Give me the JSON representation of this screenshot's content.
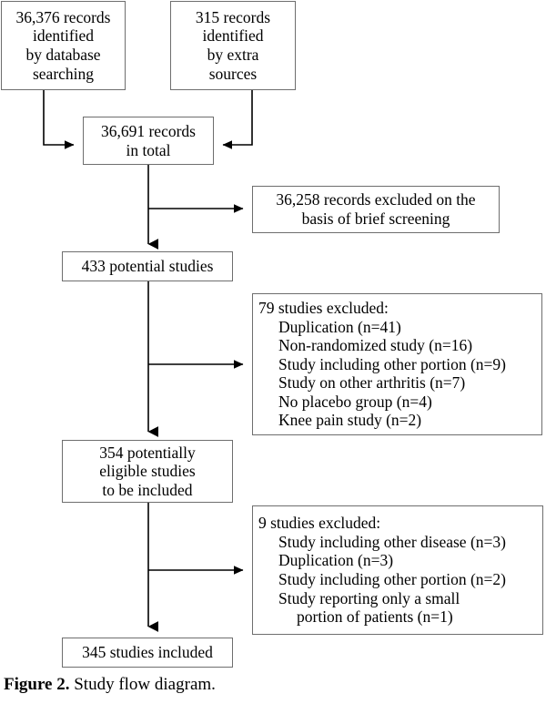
{
  "figure": {
    "label": "Figure 2.",
    "caption": "Study flow diagram."
  },
  "diagram": {
    "type": "prisma-study-flow",
    "nodes": {
      "database_records": {
        "name": "database-records-box",
        "lines": [
          "36,376 records",
          "identified",
          "by database",
          "searching"
        ]
      },
      "extra_records": {
        "name": "extra-sources-records-box",
        "lines": [
          "315 records",
          "identified",
          "by extra",
          "sources"
        ]
      },
      "total_records": {
        "name": "total-records-box",
        "lines": [
          "36,691 records",
          "in total"
        ]
      },
      "excluded_screening": {
        "name": "excluded-brief-screening-box",
        "lines": [
          "36,258 records excluded on the",
          "basis of brief screening"
        ]
      },
      "potential_studies": {
        "name": "potential-studies-box",
        "lines": [
          "433 potential studies"
        ]
      },
      "excluded_79": {
        "name": "excluded-79-studies-box",
        "heading": "79 studies excluded:",
        "items": [
          "Duplication (n=41)",
          "Non-randomized study (n=16)",
          "Study including other portion (n=9)",
          "Study on other arthritis (n=7)",
          "No placebo group (n=4)",
          "Knee pain study (n=2)"
        ]
      },
      "eligible_studies": {
        "name": "eligible-studies-box",
        "lines": [
          "354 potentially",
          "eligible studies",
          "to be included"
        ]
      },
      "excluded_9": {
        "name": "excluded-9-studies-box",
        "heading": "9 studies excluded:",
        "items": [
          "Study including other disease (n=3)",
          "Duplication (n=3)",
          "Study including other portion (n=2)",
          "Study reporting only a small",
          "portion of patients (n=1)"
        ]
      },
      "included_studies": {
        "name": "included-studies-box",
        "lines": [
          "345 studies included"
        ]
      }
    },
    "counts": {
      "database_records": 36376,
      "extra_records": 315,
      "total_records": 36691,
      "excluded_screening": 36258,
      "potential_studies": 433,
      "excluded_second_stage": 79,
      "eligible_studies": 354,
      "excluded_third_stage": 9,
      "included_studies": 345
    },
    "colors": {
      "box_border": "#6e6e6e",
      "connector": "#000000",
      "text": "#000000",
      "background": "#ffffff"
    }
  }
}
